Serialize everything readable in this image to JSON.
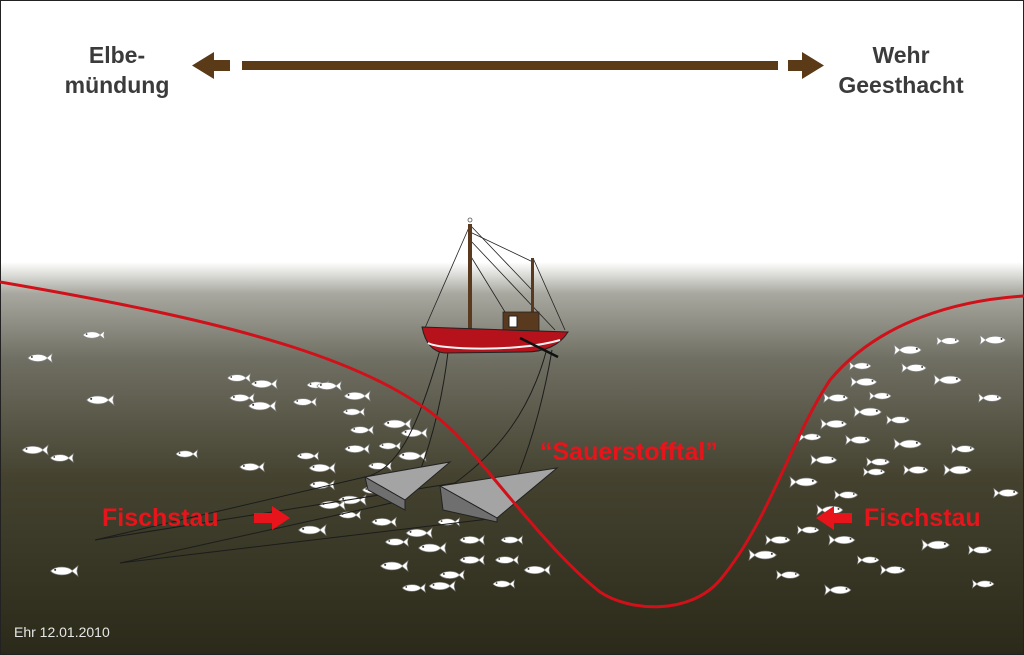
{
  "labels": {
    "left_line1": "Elbe-",
    "left_line2": "mündung",
    "right_line1": "Wehr",
    "right_line2": "Geesthacht",
    "oxygen_valley": "“Sauerstofftal”",
    "fish_jam_left": "Fischstau",
    "fish_jam_right": "Fischstau",
    "credit": "Ehr 12.01.2010"
  },
  "colors": {
    "arrow_brown": "#5a3a17",
    "oxygen_curve": "#d0111a",
    "label_red": "#e8141b",
    "water_top": "#7d7d74",
    "water_bottom": "#2b2a1a",
    "boat_hull": "#b5121b",
    "cabin": "#5a3a1f",
    "net": "#8f8f8f",
    "fish": "#ffffff"
  }
}
